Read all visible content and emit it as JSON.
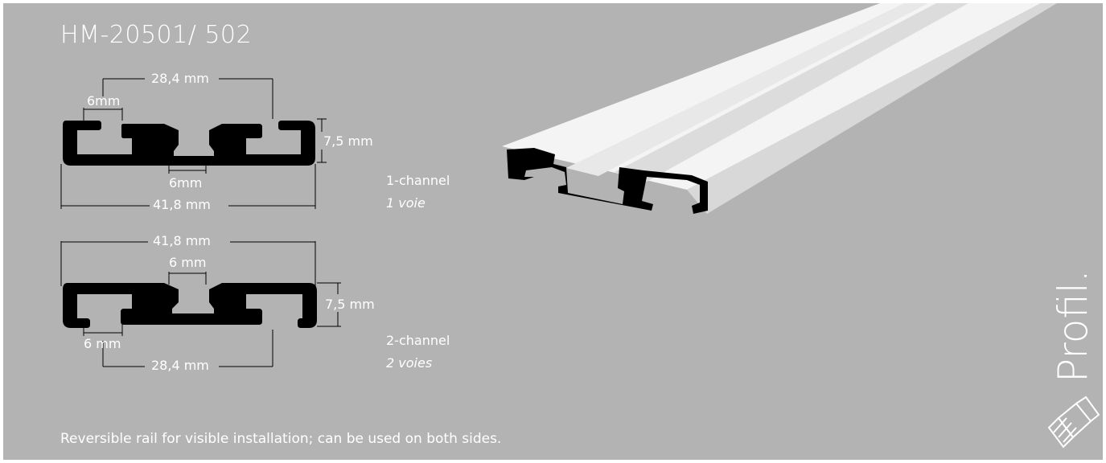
{
  "title": "HM-20501/ 502",
  "profile_1": {
    "top_dim": "28,4 mm",
    "slot_dim": "6mm",
    "height_dim": "7,5 mm",
    "bottom_slot_dim": "6mm",
    "width_dim": "41,8 mm",
    "label": "1-channel",
    "label_fr": "1 voie"
  },
  "profile_2": {
    "width_dim": "41,8 mm",
    "slot_dim": "6 mm",
    "height_dim": "7,5 mm",
    "bottom_slot_dim": "6 mm",
    "bottom_dim": "28,4 mm",
    "label": "2-channel",
    "label_fr": "2 voies"
  },
  "footer": "Reversible rail for visible installation; can be used on both sides.",
  "brand": "Profil.",
  "colors": {
    "background": "#b3b3b3",
    "profile": "#000000",
    "text": "#ffffff",
    "rail": "#ffffff"
  }
}
